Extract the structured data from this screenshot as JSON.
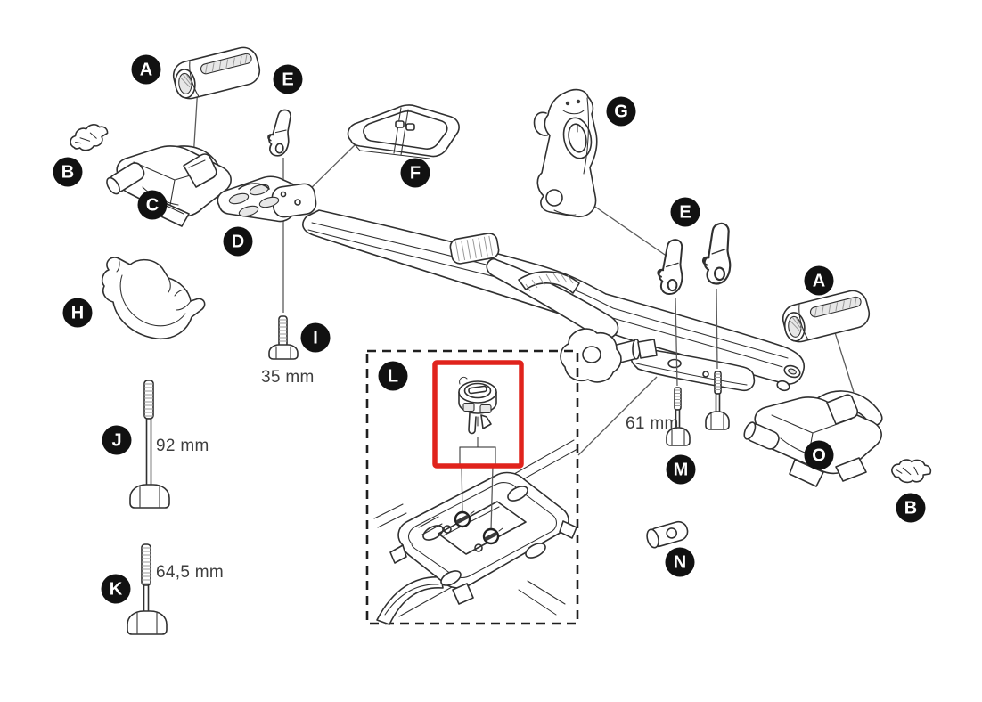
{
  "diagram_kind": "exploded-parts-diagram",
  "labels": {
    "a_top": "A",
    "e_left": "E",
    "g": "G",
    "b_left": "B",
    "c": "C",
    "f": "F",
    "e_right": "E",
    "d": "D",
    "a_right": "A",
    "h": "H",
    "i": "I",
    "l": "L",
    "j": "J",
    "m": "M",
    "o": "O",
    "b_right": "B",
    "n": "N",
    "k": "K"
  },
  "measurements": {
    "screw_i": "35 mm",
    "bolt_j": "92 mm",
    "bolt_k": "64,5 mm",
    "bolts_m": "61 mm"
  },
  "colors": {
    "label_bg": "#111111",
    "label_fg": "#ffffff",
    "highlight_red": "#e0231c",
    "line": "#303030",
    "lead": "#5b5b5b",
    "measure_fg": "#3e3e3e"
  }
}
